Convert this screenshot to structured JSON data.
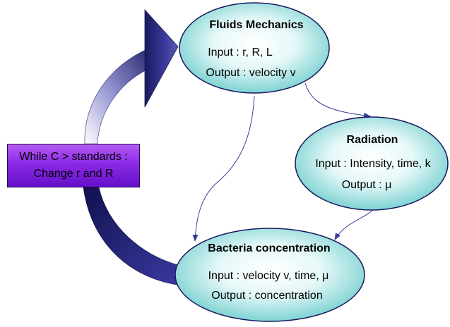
{
  "nodes": {
    "fluids": {
      "title": "Fluids Mechanics",
      "input": "Input : r, R, L",
      "output": "Output : velocity v"
    },
    "radiation": {
      "title": "Radiation",
      "input": "Input : Intensity, time, k",
      "output": "Output : μ"
    },
    "bacteria": {
      "title": "Bacteria concentration",
      "input": "Input : velocity v, time, μ",
      "output": "Output : concentration"
    }
  },
  "loop": {
    "line1": "While C > standards :",
    "line2": "Change r and R"
  },
  "colors": {
    "ellipse_fill_center": "#ffffff",
    "ellipse_fill_edge": "#78d4d4",
    "arrow_dark": "#1e1e6e",
    "arrow_light": "#f2f2ff",
    "connector": "#3a3a9a",
    "loop_box_top": "#b45cf4",
    "loop_box_bottom": "#6410c8"
  }
}
